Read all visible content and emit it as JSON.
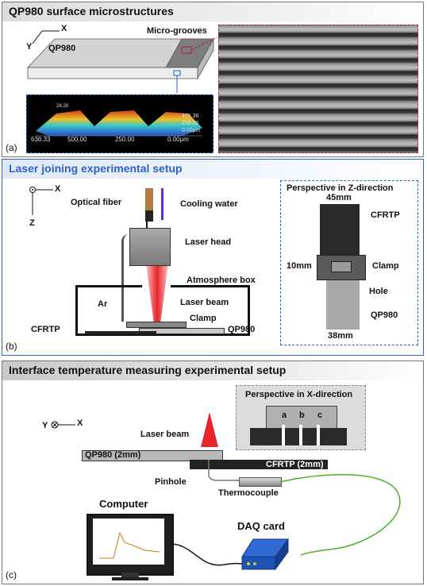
{
  "panel_a": {
    "title": "QP980 surface microstructures",
    "caption": "(a)",
    "axis_x": "X",
    "axis_y": "Y",
    "sheet_label": "QP980",
    "grooves_label": "Micro-grooves",
    "profile": {
      "peak_val": "28.28",
      "right_top": "469.36",
      "right_mid": "250.00",
      "right_unit": "0.00μm",
      "b1": "636.33",
      "b2": "500.00",
      "b3": "250.00",
      "b4": "0.00μm"
    }
  },
  "panel_b": {
    "title": "Laser joining experimental setup",
    "caption": "(b)",
    "axis_x": "X",
    "axis_z": "Z",
    "optical_fiber": "Optical fiber",
    "cooling_water": "Cooling water",
    "laser_head": "Laser head",
    "atmosphere_box": "Atmosphere box",
    "ar": "Ar",
    "laser_beam": "Laser beam",
    "clamp": "Clamp",
    "cfrtp": "CFRTP",
    "qp980": "QP980",
    "inset": {
      "title": "Perspective in Z-direction",
      "dim_top": "45mm",
      "cfrtp": "CFRTP",
      "dim_side": "10mm",
      "clamp": "Clamp",
      "hole": "Hole",
      "qp980": "QP980",
      "dim_bottom": "38mm"
    }
  },
  "panel_c": {
    "title": "Interface temperature measuring experimental setup",
    "caption": "(c)",
    "axis_x": "X",
    "axis_y": "Y",
    "laser_beam": "Laser beam",
    "qp980": "QP980 (2mm)",
    "cfrtp": "CFRTP (2mm)",
    "pinhole": "Pinhole",
    "thermocouple": "Thermocouple",
    "computer": "Computer",
    "daq": "DAQ card",
    "inset": {
      "title": "Perspective in X-direction",
      "a": "a",
      "b": "b",
      "c": "c"
    }
  }
}
